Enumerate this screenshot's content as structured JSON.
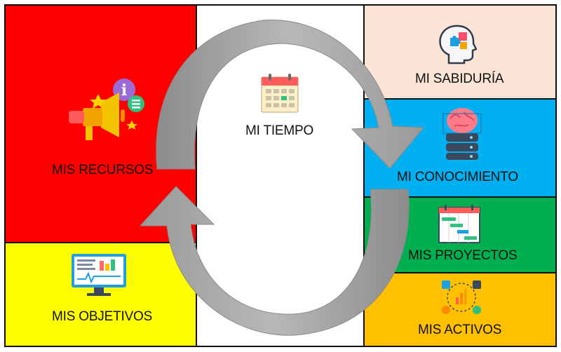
{
  "panels": {
    "recursos": {
      "label": "MIS RECURSOS",
      "color": "#ff0000",
      "icon": "megaphone-icon"
    },
    "objetivos": {
      "label": "MIS OBJETIVOS",
      "color": "#ffff00",
      "icon": "dashboard-monitor-icon"
    },
    "tiempo": {
      "label": "MI TIEMPO",
      "color": "#ffffff",
      "icon": "calendar-icon"
    },
    "sabiduria": {
      "label": "MI SABIDURÍA",
      "color": "#fbe4d5",
      "icon": "head-puzzle-icon"
    },
    "conocimiento": {
      "label": "MI CONOCIMIENTO",
      "color": "#00b0f0",
      "icon": "brain-database-icon"
    },
    "proyectos": {
      "label": "MIS PROYECTOS",
      "color": "#00b050",
      "icon": "gantt-chart-icon"
    },
    "activos": {
      "label": "MIS ACTIVOS",
      "color": "#ffc000",
      "icon": "analytics-assets-icon"
    }
  },
  "arrow_color": "#a6a6a6"
}
